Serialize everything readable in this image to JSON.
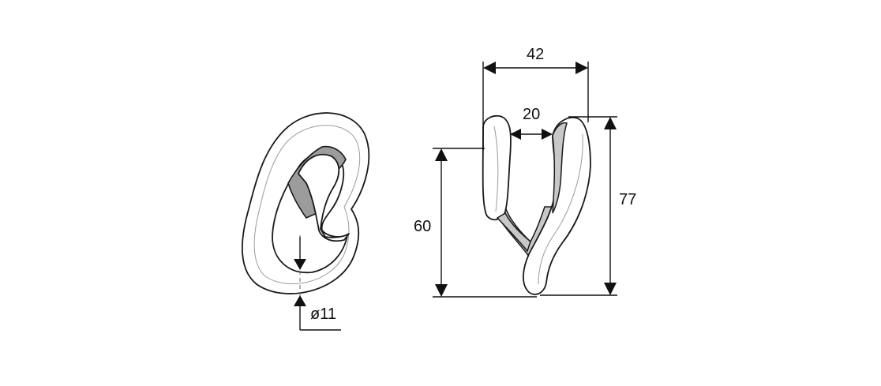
{
  "colors": {
    "line": "#1a1a1a",
    "shade": "#9c9c9c",
    "background": "#ffffff"
  },
  "dimensions": {
    "diameter": "ø11",
    "width": "42",
    "gap": "20",
    "height_inner": "60",
    "height_total": "77"
  }
}
